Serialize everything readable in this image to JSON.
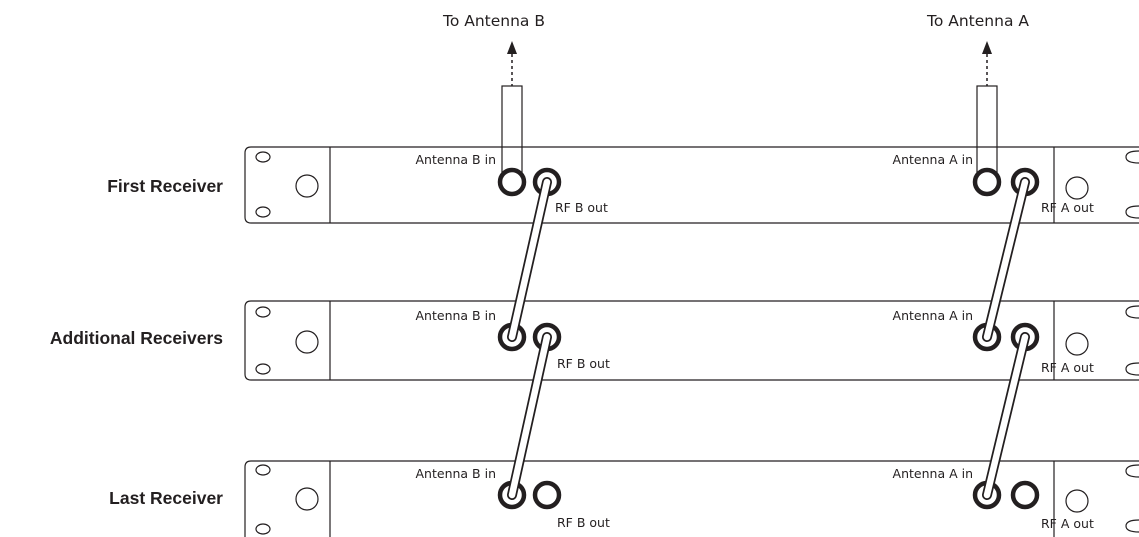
{
  "antennas": {
    "b_label": "To Antenna B",
    "a_label": "To Antenna A"
  },
  "receivers": [
    {
      "label": "First Receiver",
      "ant_b_in": "Antenna B in",
      "rf_b_out": "RF B out",
      "ant_a_in": "Antenna A in",
      "rf_a_out": "RF A out"
    },
    {
      "label": "Additional Receivers",
      "ant_b_in": "Antenna B in",
      "rf_b_out": "RF B out",
      "ant_a_in": "Antenna A in",
      "rf_a_out": "RF A out"
    },
    {
      "label": "Last Receiver",
      "ant_b_in": "Antenna B in",
      "rf_b_out": "RF B out",
      "ant_a_in": "Antenna A in",
      "rf_a_out": "RF A out"
    }
  ]
}
